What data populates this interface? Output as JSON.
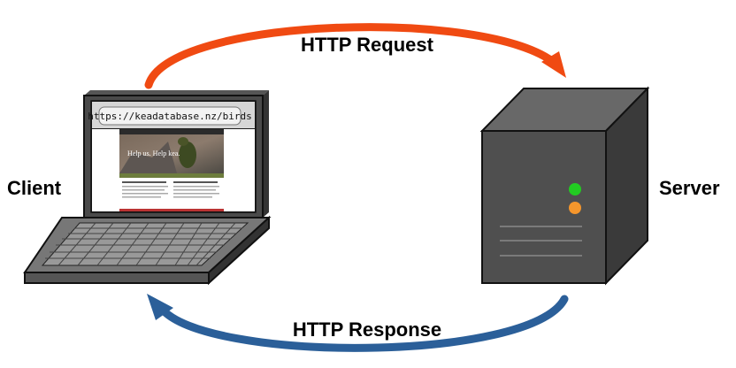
{
  "labels": {
    "request": "HTTP Request",
    "response": "HTTP Response",
    "client": "Client",
    "server": "Server"
  },
  "browser": {
    "url": "https://keadatabase.nz/birds",
    "hero_text": "Help us. Help kea."
  },
  "colors": {
    "request_arrow": "#f04a12",
    "response_arrow": "#2b5f99",
    "led_green": "#22cc22",
    "led_orange": "#f5962c"
  }
}
